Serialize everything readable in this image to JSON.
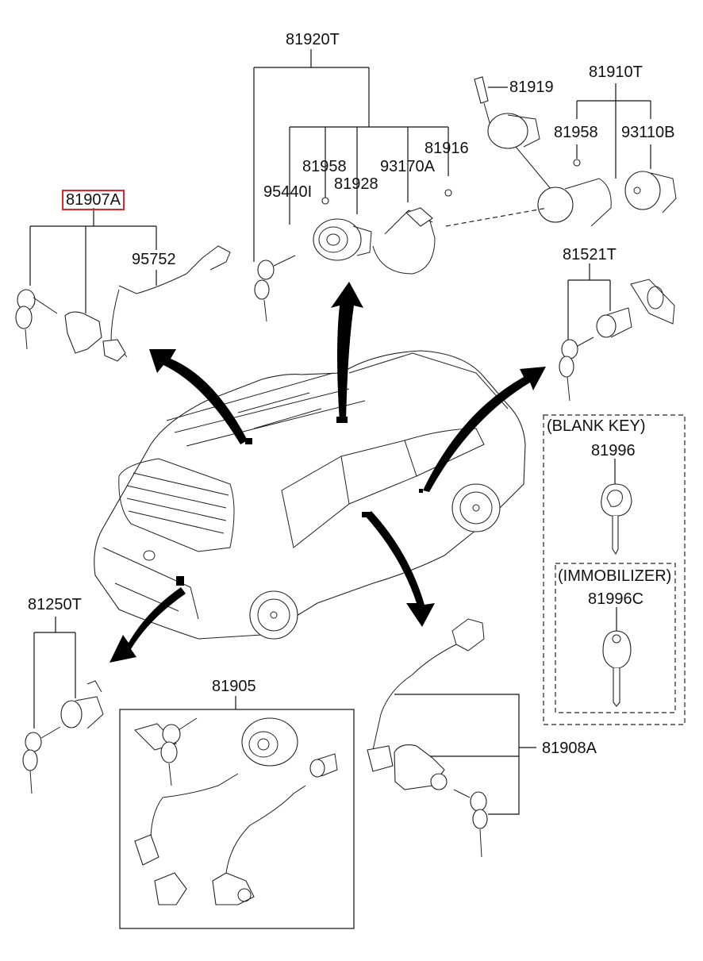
{
  "diagram": {
    "title": "Key & Cylinder Set",
    "highlight_color": "#e0252b",
    "parts": {
      "p81920T": "81920T",
      "p81958a": "81958",
      "p95440I": "95440I",
      "p81928": "81928",
      "p93170A": "93170A",
      "p81916": "81916",
      "p81919": "81919",
      "p81910T": "81910T",
      "p81958b": "81958",
      "p93110B": "93110B",
      "p81907A": "81907A",
      "p95752": "95752",
      "p81521T": "81521T",
      "p81996": "81996",
      "p81996C": "81996C",
      "p81250T": "81250T",
      "p81905": "81905",
      "p81908A": "81908A"
    },
    "boxes": {
      "blank_key": "(BLANK KEY)",
      "immobilizer": "(IMMOBILIZER)"
    },
    "selected_part": "81907A"
  }
}
